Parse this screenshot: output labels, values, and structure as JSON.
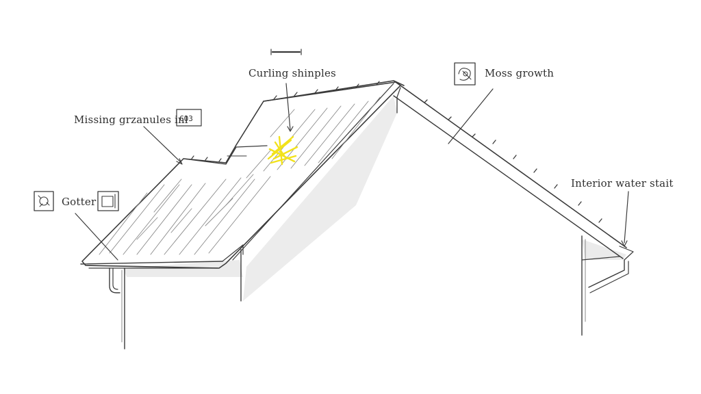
{
  "labels": {
    "curling": "Curling shinples",
    "granules": "Missing grzanules inl",
    "granules_box": "CO3",
    "moss": "Moss growth",
    "gutter": "Gotter",
    "interior": "Interior water stait"
  },
  "colors": {
    "ink": "#3a3a3a",
    "highlight": "#f2e21b",
    "shade": "#e6e6e6"
  },
  "icons": {
    "moss": "moss-icon",
    "gutter_left": "gutter-spiral-icon",
    "gutter_right": "gutter-box-icon"
  }
}
